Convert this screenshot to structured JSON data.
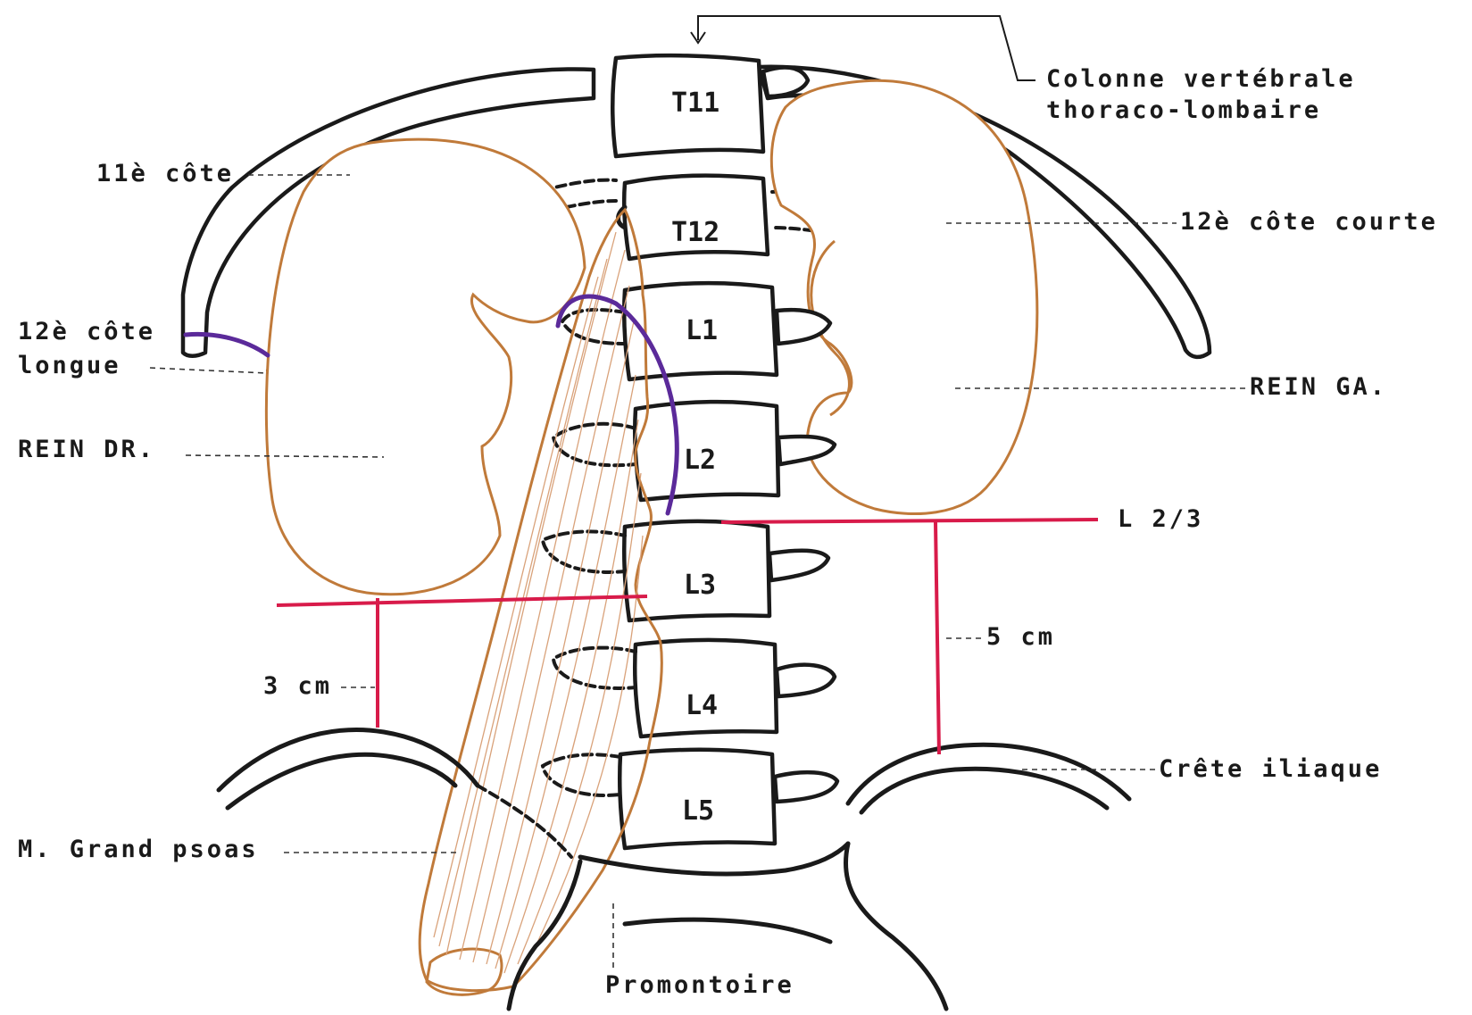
{
  "colors": {
    "bone": "#1a1a1a",
    "kidney": "#c07a3a",
    "measure": "#d81b4a",
    "pleura": "#5b2a9a"
  },
  "vertebrae": {
    "t11": "T11",
    "t12": "T12",
    "l1": "L1",
    "l2": "L2",
    "l3": "L3",
    "l4": "L4",
    "l5": "L5"
  },
  "labels": {
    "colonne_line1": "Colonne vertébrale",
    "colonne_line2": "thoraco-lombaire",
    "cote11": "11è côte",
    "cote12_courte": "12è côte courte",
    "cote12_longue_line1": "12è côte",
    "cote12_longue_line2": "longue",
    "rein_ga": "REIN  GA.",
    "rein_dr": "REIN  DR.",
    "l23": "L  2/3",
    "five_cm": "5 cm",
    "three_cm": "3 cm",
    "crete_iliaque": "Crête iliaque",
    "psoas": "M. Grand psoas",
    "promontoire": "Promontoire"
  }
}
